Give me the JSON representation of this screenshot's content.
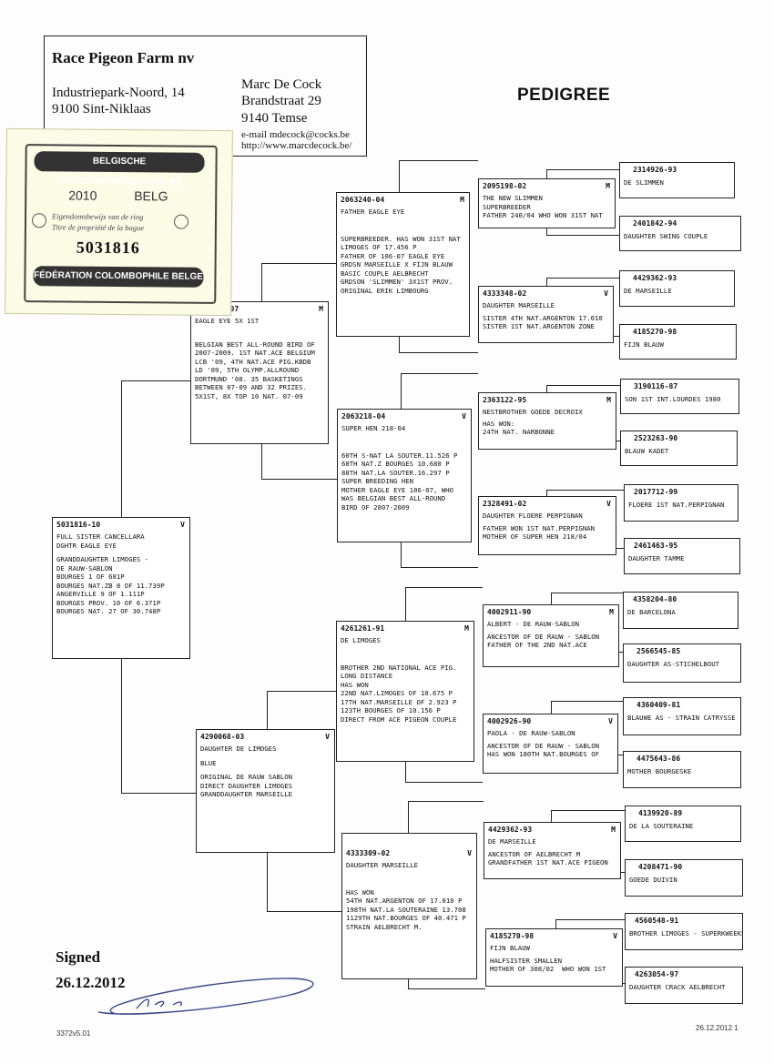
{
  "header": {
    "company": "Race Pigeon Farm nv",
    "address1": "Industriepark-Noord, 14",
    "address2": "9100 Sint-Niklaas",
    "owner": "Marc De Cock",
    "street": "Brandstraat 29",
    "city": "9140 Temse",
    "email": "e-mail mdecock@cocks.be",
    "web": "http://www.marcdecock.be/"
  },
  "title": "PEDIGREE",
  "stamp": {
    "top_banner": "BELGISCHE DUIVENLIEFHEBBERSBOND",
    "year": "2010",
    "country": "BELG",
    "line1": "Eigendomsbewijs van de ring",
    "line2": "Titre de propriété de la bague",
    "number": "5031816",
    "bottom_banner": "FÉDÉRATION COLOMBOPHILE BELGE"
  },
  "pigeons": {
    "main": {
      "ring": "5031816-10",
      "sex": "V",
      "lines": [
        "FULL SISTER CANCELLARA",
        "DGHTR EAGLE EYE",
        "",
        "GRANDDAUGHTER LIMOGES -",
        "DE RAUW-SABLON",
        "BOURGES 1 OF 681P",
        "BOURGES NAT.ZB 8 OF 11.739P",
        "ANGERVILLE 9 OF 1.111P",
        "BOURGES PROV. 10 OF 6.371P",
        "BOURGES NAT. 27 OF 30.748P"
      ]
    },
    "sire": {
      "ring": "2063306-07",
      "sex": "M",
      "lines": [
        "EAGLE EYE 5X 1ST",
        "",
        "BELGIAN BEST ALL-ROUND BIRD OF",
        "2007-2009. 1ST NAT.ACE BELGIUM",
        "LCB '09, 4TH NAT.ACE PIG.KBDB",
        "LD '09, 5TH OLYMP.ALLROUND",
        "DORTMUND '08. 35 BASKETINGS",
        "BETWEEN 07-09 AND 32 PRIZES.",
        "5X1ST, 8X TOP 10 NAT. 07-09"
      ]
    },
    "dam": {
      "ring": "4290068-03",
      "sex": "V",
      "lines": [
        "DAUGHTER DE LIMOGES",
        "BLUE",
        "",
        "ORIGINAL DE RAUW SABLON",
        "DIRECT DAUGHTER LIMOGES",
        "GRANDDAUGHTER MARSEILLE"
      ]
    },
    "ss": {
      "ring": "2063240-04",
      "sex": "M",
      "lines": [
        "FATHER EAGLE EYE",
        "",
        "",
        "SUPERBREEDER. HAS WON 31ST NAT",
        "LIMOGES OF 17.456 P",
        "FATHER OF 106-07 EAGLE EYE",
        "GRDSN MARSEILLE X FIJN BLAUW",
        "BASIC COUPLE AELBRECHT",
        "GRDSON 'SLIMMEN' 3X1ST PROV.",
        "ORIGINAL ERIK LIMBOURG"
      ]
    },
    "sd": {
      "ring": "2063218-04",
      "sex": "V",
      "lines": [
        "SUPER HEN 218-04",
        "",
        "",
        "60TH S-NAT LA SOUTER.11.526 P",
        "68TH NAT.Z BOURGES 10.680 P",
        "88TH NAT.LA SOUTER.16.297 P",
        "SUPER BREEDING HEN",
        "MOTHER EAGLE EYE 106-07, WHO",
        "WAS BELGIAN BEST ALL-ROUND",
        "BIRD OF 2007-2009"
      ]
    },
    "ds": {
      "ring": "4261261-91",
      "sex": "M",
      "lines": [
        "DE LIMOGES",
        "",
        "",
        "BROTHER 2ND NATIONAL ACE PIG.",
        "LONG DISTANCE",
        "HAS WON",
        "22ND NAT.LIMOGES OF 10.675 P",
        "17TH NAT.MARSEILLE OF 2.923 P",
        "123TH BOURGES OF 10.156 P",
        "DIRECT FROM ACE PIGEON COUPLE"
      ]
    },
    "dd": {
      "ring": "4333309-02",
      "sex": "V",
      "lines": [
        "DAUGHTER MARSEILLE",
        "",
        "",
        "HAS WON",
        "54TH NAT.ARGENTON OF 17.010 P",
        "198TH NAT.LA SOUTERAINE 13.708",
        "1129TH NAT.BOURGES OF 40.471 P",
        "STRAIN AELBRECHT M."
      ]
    },
    "sss": {
      "ring": "2095198-02",
      "sex": "M",
      "lines": [
        "THE NEW SLIMMEN",
        "SUPERBREEDER",
        "FATHER 240/04 WHO WON 31ST NAT"
      ]
    },
    "ssd": {
      "ring": "4333348-02",
      "sex": "V",
      "lines": [
        "DAUGHTER MARSEILLE",
        "",
        "SISTER 4TH NAT.ARGENTON 17.010",
        "SISTER 1ST NAT.ARGENTON ZONE"
      ]
    },
    "sds": {
      "ring": "2363122-95",
      "sex": "M",
      "lines": [
        "NESTBROTHER GOEDE DECROIX",
        "HAS WON:",
        "24TH NAT. NARBONNE"
      ]
    },
    "sdd": {
      "ring": "2328491-02",
      "sex": "V",
      "lines": [
        "DAUGHTER FLOERE PERPIGNAN",
        "",
        "FATHER WON 1ST NAT.PERPIGNAN",
        "MOTHER OF SUPER HEN 218/04"
      ]
    },
    "dss": {
      "ring": "4002911-90",
      "sex": "M",
      "lines": [
        "ALBERT - DE RAUW-SABLON",
        "ANCESTOR OF DE RAUW - SABLON",
        "FATHER OF THE 2ND NAT.ACE"
      ]
    },
    "dsd": {
      "ring": "4002926-90",
      "sex": "V",
      "lines": [
        "PAOLA - DE RAUW-SABLON",
        "",
        "ANCESTOR OF DE RAUW - SABLON",
        "HAS WON 180TH NAT.BOURGES OF"
      ]
    },
    "dds": {
      "ring": "4429362-93",
      "sex": "M",
      "lines": [
        "DE MARSEILLE",
        "",
        "ANCESTOR OF AELBRECHT M",
        "GRANDFATHER 1ST NAT.ACE PIGEON"
      ]
    },
    "ddd": {
      "ring": "4185270-98",
      "sex": "V",
      "lines": [
        "FIJN BLAUW",
        "",
        "HALFSISTER SMALLEN",
        "MOTHER OF 308/02  WHO WON 1ST"
      ]
    }
  },
  "g4": [
    {
      "ring": "2314926-93",
      "name": "DE SLIMMEN"
    },
    {
      "ring": "2401842-94",
      "name": "DAUGHTER SWING COUPLE"
    },
    {
      "ring": "4429362-93",
      "name": "DE MARSEILLE"
    },
    {
      "ring": "4185270-98",
      "name": "FIJN BLAUW"
    },
    {
      "ring": "3190116-87",
      "name": "SON 1ST INT.LOURDES 1980"
    },
    {
      "ring": "2523263-90",
      "name": "BLAUW KADET"
    },
    {
      "ring": "2017712-99",
      "name": "FLOERE 1ST NAT.PERPIGNAN"
    },
    {
      "ring": "2461463-95",
      "name": "DAUGHTER TAMME"
    },
    {
      "ring": "4358204-80",
      "name": "DE BARCELONA"
    },
    {
      "ring": "2566545-85",
      "name": "DAUGHTER AS-STICHELBOUT"
    },
    {
      "ring": "4360409-81",
      "name": "BLAUWE AS - STRAIN CATRYSSE"
    },
    {
      "ring": "4475643-86",
      "name": "MOTHER BOURGESKE"
    },
    {
      "ring": "4139920-89",
      "name": "DE LA SOUTERAINE"
    },
    {
      "ring": "4208471-90",
      "name": "GOEDE DUIVIN"
    },
    {
      "ring": "4560548-91",
      "name": "BROTHER LIMOGES - SUPERKWEEKSTER"
    },
    {
      "ring": "4263054-97",
      "name": "DAUGHTER CRACK AELBRECHT"
    }
  ],
  "footer": {
    "signed": "Signed",
    "date": "26.12.2012",
    "form_code": "3372v5.01",
    "print_date": "26.12.2012 1"
  }
}
